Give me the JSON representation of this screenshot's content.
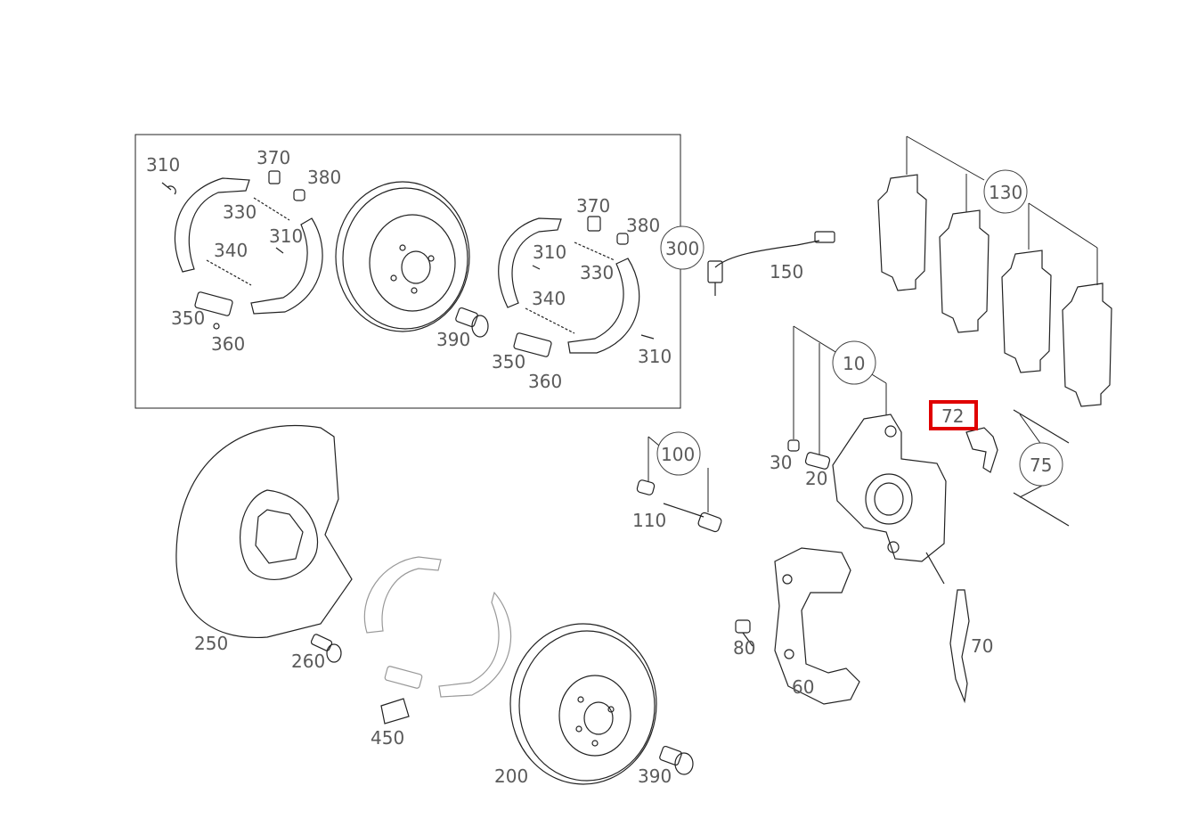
{
  "highlight": {
    "label": "72",
    "color": "#e00000"
  },
  "labels": {
    "l310a": "310",
    "l370a": "370",
    "l380a": "380",
    "l330a": "330",
    "l310b": "310",
    "l340a": "340",
    "l350a": "350",
    "l360a": "360",
    "l300": "300",
    "l370b": "370",
    "l380b": "380",
    "l310c": "310",
    "l330b": "330",
    "l340b": "340",
    "l390a": "390",
    "l350b": "350",
    "l360b": "360",
    "l310d": "310",
    "l150": "150",
    "l130": "130",
    "l10": "10",
    "l30": "30",
    "l20": "20",
    "l75": "75",
    "l100": "100",
    "l110": "110",
    "l80": "80",
    "l60": "60",
    "l70": "70",
    "l250": "250",
    "l260": "260",
    "l450": "450",
    "l200": "200",
    "l390b": "390"
  },
  "colors": {
    "line": "#222222",
    "label": "#5a5a5a",
    "highlight_box": "#e00000"
  }
}
